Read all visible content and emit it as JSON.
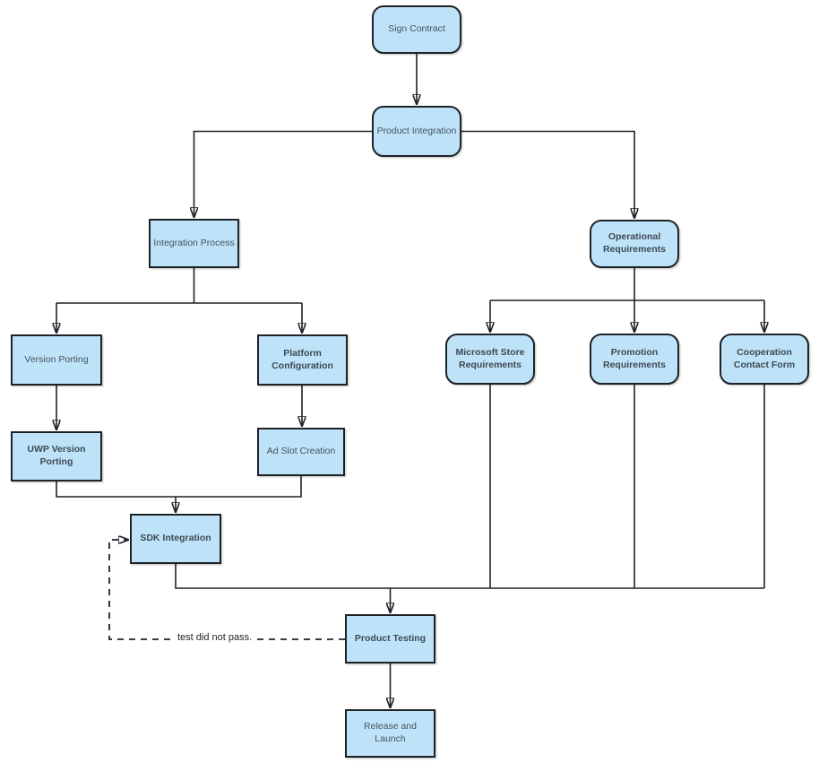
{
  "diagram_type": "flowchart",
  "colors": {
    "background": "#FFFFFF",
    "node_fill": "#BEE3F8",
    "node_border": "#1D2228",
    "edge": "#1D2228",
    "label_text": "#46535D",
    "edge_label_text": "#1F1F1F"
  },
  "nodes": {
    "sign_contract": {
      "label": "Sign Contract",
      "shape": "rounded"
    },
    "product_integration": {
      "label": "Product Integration",
      "shape": "rounded"
    },
    "integration_process": {
      "label": "Integration Process",
      "shape": "rect"
    },
    "operational_requirements": {
      "label": "Operational Requirements",
      "shape": "rounded"
    },
    "version_porting": {
      "label": "Version Porting",
      "shape": "rect"
    },
    "platform_configuration": {
      "label": "Platform Configuration",
      "shape": "rect"
    },
    "uwp_version_porting": {
      "label": "UWP Version Porting",
      "shape": "rect"
    },
    "ad_slot_creation": {
      "label": "Ad Slot Creation",
      "shape": "rect"
    },
    "sdk_integration": {
      "label": "SDK Integration",
      "shape": "rect"
    },
    "microsoft_store_requirements": {
      "label": "Microsoft Store Requirements",
      "shape": "rounded"
    },
    "promotion_requirements": {
      "label": "Promotion Requirements",
      "shape": "rounded"
    },
    "cooperation_contact_form": {
      "label": "Cooperation Contact Form",
      "shape": "rounded"
    },
    "product_testing": {
      "label": "Product Testing",
      "shape": "rect"
    },
    "release_and_launch": {
      "label": "Release and Launch",
      "shape": "rect"
    }
  },
  "edge_labels": {
    "test_fail": "test did not pass."
  },
  "edges": [
    {
      "from": "sign_contract",
      "to": "product_integration",
      "style": "solid"
    },
    {
      "from": "product_integration",
      "to": "integration_process",
      "style": "solid"
    },
    {
      "from": "product_integration",
      "to": "operational_requirements",
      "style": "solid"
    },
    {
      "from": "integration_process",
      "to": "version_porting",
      "style": "solid"
    },
    {
      "from": "integration_process",
      "to": "platform_configuration",
      "style": "solid"
    },
    {
      "from": "version_porting",
      "to": "uwp_version_porting",
      "style": "solid"
    },
    {
      "from": "platform_configuration",
      "to": "ad_slot_creation",
      "style": "solid"
    },
    {
      "from": "uwp_version_porting",
      "to": "sdk_integration",
      "style": "solid"
    },
    {
      "from": "ad_slot_creation",
      "to": "sdk_integration",
      "style": "solid"
    },
    {
      "from": "operational_requirements",
      "to": "microsoft_store_requirements",
      "style": "solid"
    },
    {
      "from": "operational_requirements",
      "to": "promotion_requirements",
      "style": "solid"
    },
    {
      "from": "operational_requirements",
      "to": "cooperation_contact_form",
      "style": "solid"
    },
    {
      "from": "sdk_integration",
      "to": "product_testing",
      "style": "solid"
    },
    {
      "from": "microsoft_store_requirements",
      "to": "product_testing",
      "style": "solid"
    },
    {
      "from": "promotion_requirements",
      "to": "product_testing",
      "style": "solid"
    },
    {
      "from": "cooperation_contact_form",
      "to": "product_testing",
      "style": "solid"
    },
    {
      "from": "product_testing",
      "to": "sdk_integration",
      "style": "dashed",
      "label": "test did not pass."
    },
    {
      "from": "product_testing",
      "to": "release_and_launch",
      "style": "solid"
    }
  ]
}
